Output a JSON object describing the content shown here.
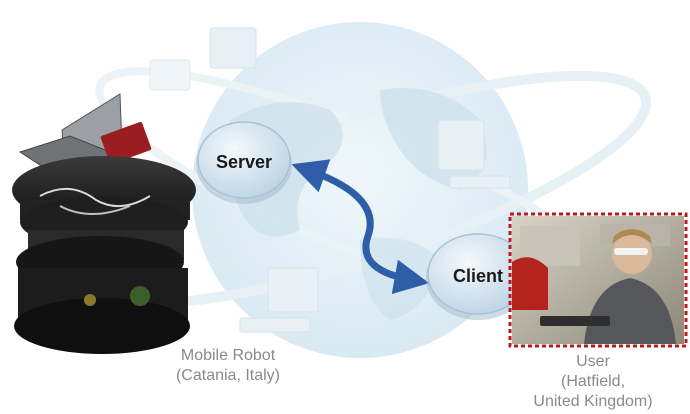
{
  "nodes": {
    "server": "Server",
    "client": "Client"
  },
  "captions": {
    "robot_line1": "Mobile Robot",
    "robot_line2": "(Catania, Italy)",
    "user_line1": "User",
    "user_line2": "(Hatfield,",
    "user_line3": "United Kingdom)"
  },
  "colors": {
    "globe": "#dfeef6",
    "node_fill": "#dceaf4",
    "arrow": "#2f5da8",
    "frame": "#c0181a",
    "caption": "#8a8a8a"
  }
}
